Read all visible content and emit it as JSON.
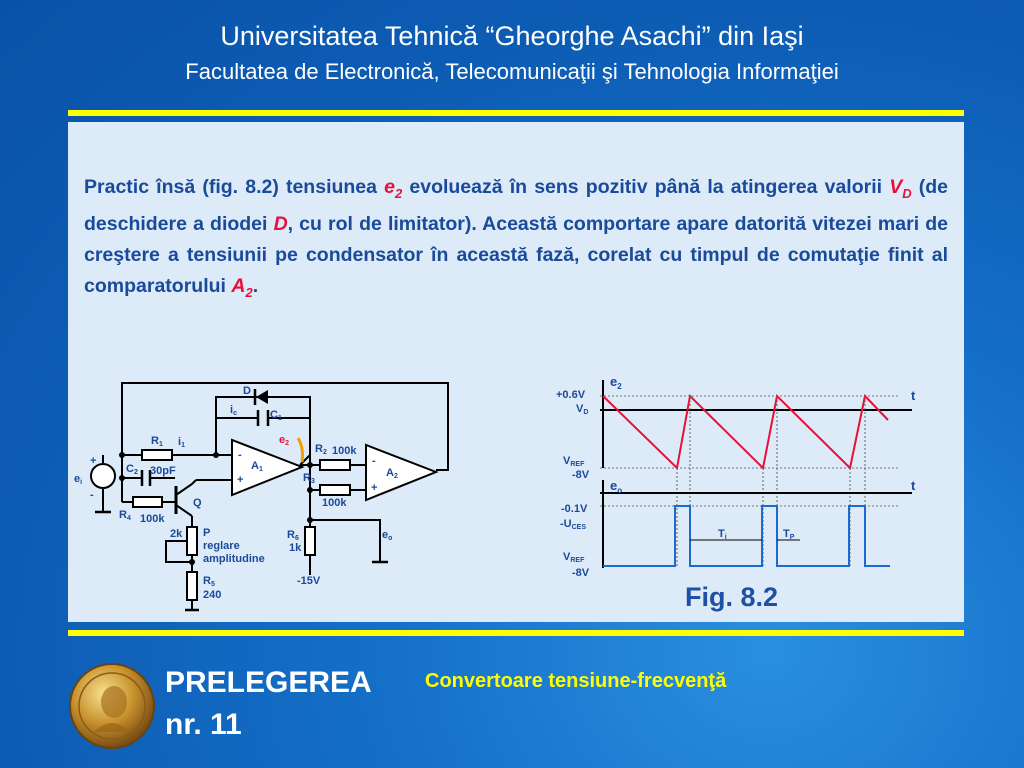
{
  "header": {
    "line1": "Universitatea Tehnică “Gheorghe Asachi” din Iaşi",
    "line2": "Facultatea de Electronică, Telecomunicaţii şi Tehnologia Informaţiei"
  },
  "paragraph": {
    "p1": "Practic însă (fig. 8.2) tensiunea ",
    "v1": "e",
    "v1sub": "2",
    "p2": " evoluează în sens pozitiv până la atingerea valorii ",
    "v2": "V",
    "v2sub": "D",
    "p3": " (de deschidere a diodei ",
    "v3": "D",
    "p4": ", cu rol de limitator). Această comportare apare datorită vitezei mari de creştere a tensiunii pe condensator în această fază, corelat cu timpul de comutaţie finit al comparatorului ",
    "v4": "A",
    "v4sub": "2",
    "p5": "."
  },
  "circuit": {
    "D": "D",
    "ic": "i",
    "ic_sub": "c",
    "C1": "C",
    "C1_sub": "1",
    "R1": "R",
    "R1_sub": "1",
    "i1": "i",
    "i1_sub": "1",
    "e2": "e",
    "e2_sub": "2",
    "R2": "R",
    "R2_sub": "2",
    "R2_val": "100k",
    "A1": "A",
    "A1_sub": "1",
    "A2": "A",
    "A2_sub": "2",
    "R3": "R",
    "R3_sub": "3",
    "R3_val": "100k",
    "C2": "C",
    "C2_sub": "2",
    "C2_val": "30pF",
    "ei": "e",
    "ei_sub": "i",
    "R4": "R",
    "R4_sub": "4",
    "R4_val": "100k",
    "Q": "Q",
    "P_val": "2k",
    "P": "P",
    "P_desc1": "reglare",
    "P_desc2": "amplitudine",
    "R5": "R",
    "R5_sub": "5",
    "R5_val": "240",
    "R6": "R",
    "R6_sub": "6",
    "R6_val": "1k",
    "minus15": "-15V",
    "eo": "e",
    "eo_sub": "o",
    "plus": "+",
    "minus": "-"
  },
  "waveform": {
    "e2_label": "e",
    "e2_sub": "2",
    "t": "t",
    "plus06": "+0.6V",
    "VD": "V",
    "VD_sub": "D",
    "VREF": "V",
    "VREF_sub": "REF",
    "minus8": "-8V",
    "eo_label": "e",
    "eo_sub": "o",
    "minus01": "-0.1V",
    "UCES": "-U",
    "UCES_sub": "CES",
    "Ti": "T",
    "Ti_sub": "i",
    "Tp": "T",
    "Tp_sub": "P",
    "caption": "Fig. 8.2"
  },
  "footer": {
    "title": "PRELEGEREA",
    "nr": "nr. 11",
    "subtitle": "Convertoare tensiune-frecvenţă"
  },
  "colors": {
    "text_blue": "#1a4a9a",
    "highlight_red": "#e8103a",
    "footer_yellow": "#ffff00",
    "panel": "#ddeaf8"
  }
}
